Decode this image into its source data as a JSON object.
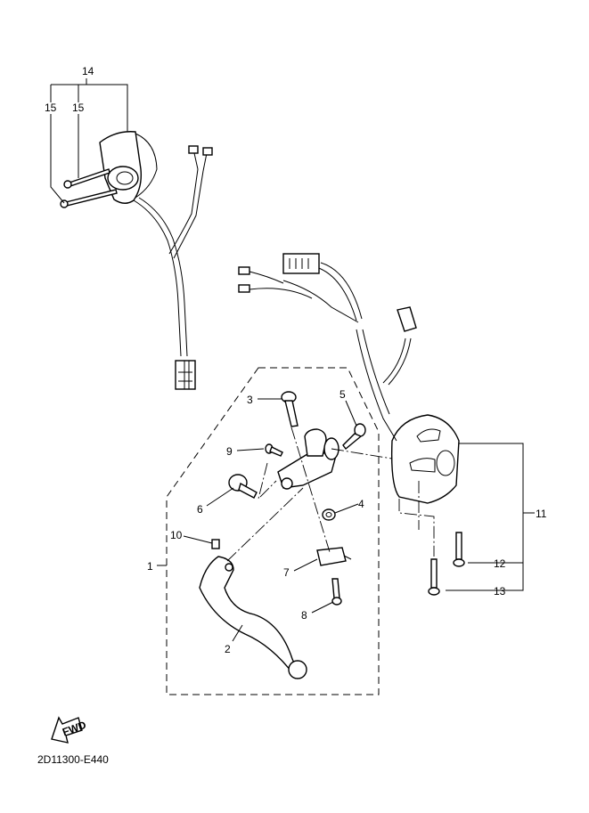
{
  "diagram": {
    "callouts": {
      "c1": "1",
      "c2": "2",
      "c3": "3",
      "c4": "4",
      "c5": "5",
      "c6": "6",
      "c7": "7",
      "c8": "8",
      "c9": "9",
      "c10": "10",
      "c11": "11",
      "c12": "12",
      "c13": "13",
      "c14": "14",
      "c15a": "15",
      "c15b": "15"
    },
    "fwd_label": "FWD",
    "drawing_code": "2D11300-E440"
  }
}
